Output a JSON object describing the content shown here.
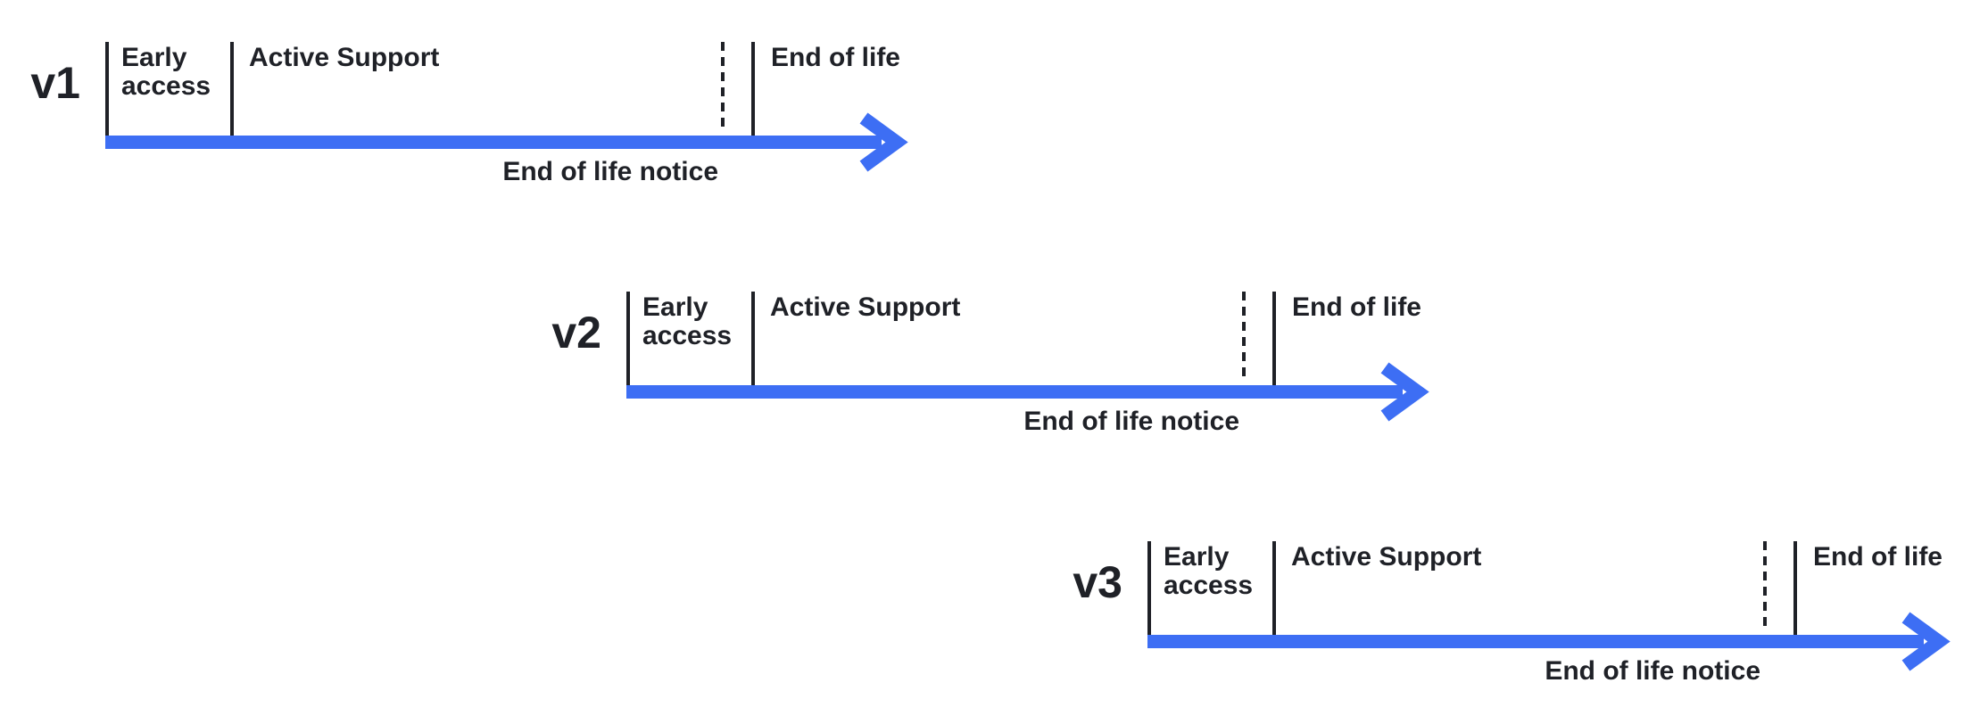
{
  "colors": {
    "accent": "#3d6ef4",
    "text": "#1f2127",
    "background": "#ffffff"
  },
  "rows": [
    {
      "version": "v1",
      "early_access_label": "Early\naccess",
      "active_support_label": "Active Support",
      "end_of_life_label": "End of life",
      "end_of_life_notice_label": "End of life notice"
    },
    {
      "version": "v2",
      "early_access_label": "Early\naccess",
      "active_support_label": "Active Support",
      "end_of_life_label": "End of life",
      "end_of_life_notice_label": "End of life notice"
    },
    {
      "version": "v3",
      "early_access_label": "Early\naccess",
      "active_support_label": "Active Support",
      "end_of_life_label": "End of life",
      "end_of_life_notice_label": "End of life notice"
    }
  ]
}
